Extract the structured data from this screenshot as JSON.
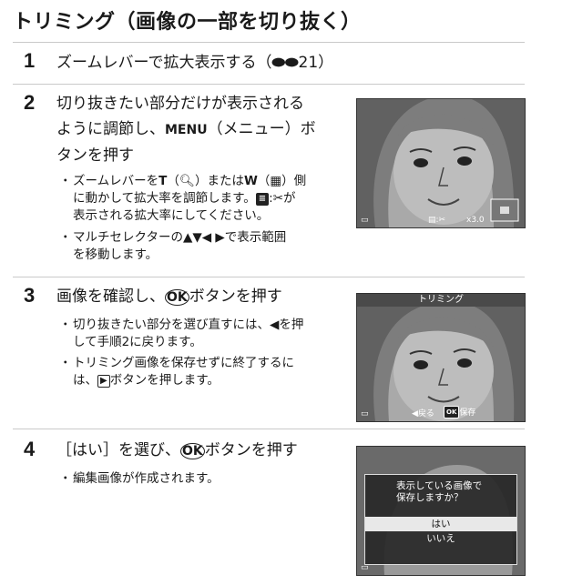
{
  "title": "トリミング（画像の一部を切り抜く）",
  "steps": [
    {
      "num": "1",
      "head": "ズームレバーで拡大表示する（",
      "ref": "21",
      "head_end": "）"
    },
    {
      "num": "2",
      "head_lines": [
        "切り抜きたい部分だけが表示される",
        "ように調節し、",
        "（メニュー）ボ",
        "タンを押す"
      ],
      "menu_key": "MENU",
      "bullets": [
        {
          "lines": [
            "ズームレバーを",
            "（",
            "）または",
            "（",
            "）側",
            "に動かして拡大率を調節します。",
            "が",
            "表示される拡大率にしてください。"
          ]
        },
        {
          "lines": [
            "マルチセレクターの▲▼◀ ▶で表示範囲",
            "を移動します。"
          ]
        }
      ]
    },
    {
      "num": "3",
      "head_lines": [
        "画像を確認し、",
        "ボタンを押す"
      ],
      "bullets": [
        {
          "lines": [
            "切り抜きたい部分を選び直すには、◀を押",
            "して手順2に戻ります。"
          ]
        },
        {
          "lines": [
            "トリミング画像を保存せずに終了するに",
            "は、",
            "ボタンを押します。"
          ]
        }
      ]
    },
    {
      "num": "4",
      "head_lines": [
        "［はい］を選び、",
        "ボタンを押す"
      ],
      "bullets": [
        {
          "lines": [
            "編集画像が作成されます。"
          ]
        }
      ]
    }
  ],
  "keys": {
    "T": "T",
    "W": "W",
    "menu": "MENU",
    "ok": "OK"
  },
  "screens": {
    "s2": {
      "zoom": "x3.0"
    },
    "s3": {
      "bar_title": "トリミング",
      "back": "戻る",
      "save": "保存"
    },
    "s4": {
      "prompt_1": "表示している画像で",
      "prompt_2": "保存しますか？",
      "yes": "はい",
      "no": "いいえ"
    }
  }
}
